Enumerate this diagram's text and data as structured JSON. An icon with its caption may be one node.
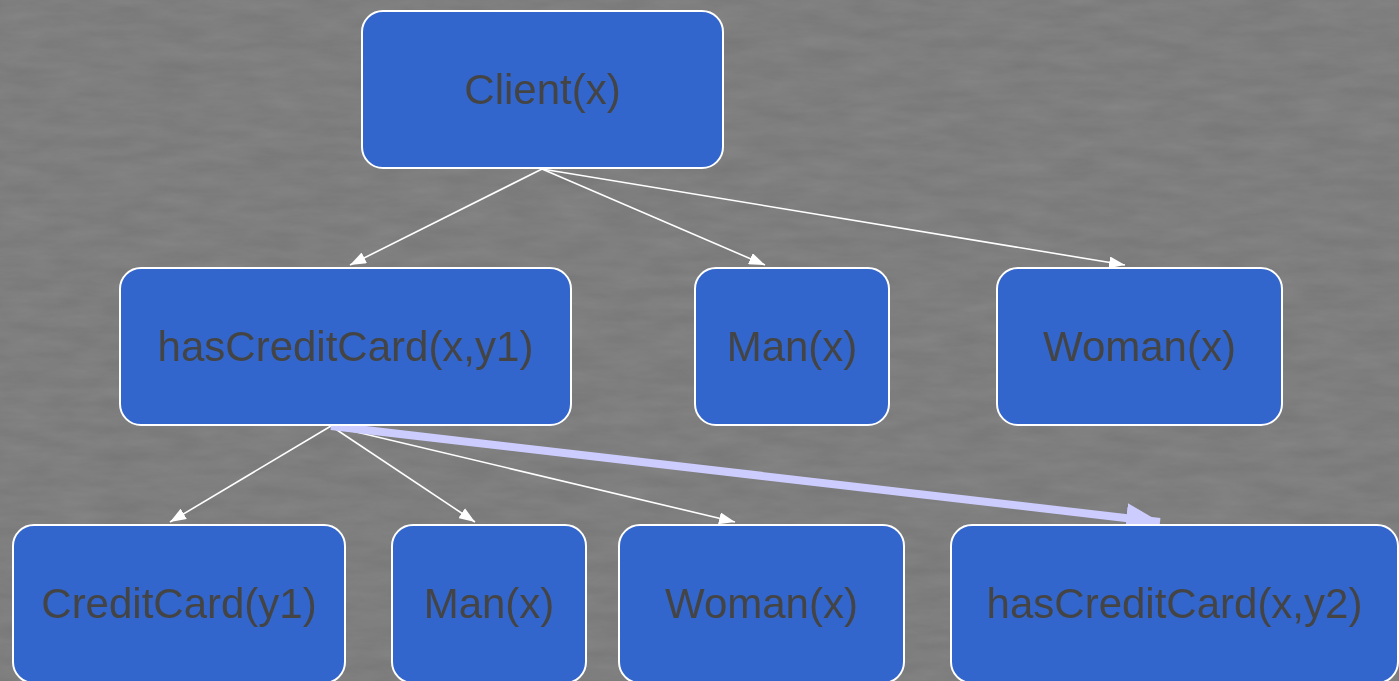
{
  "diagram": {
    "nodes": [
      {
        "text": [
          "Client(x)"
        ]
      },
      {
        "text": [
          "hasCreditCard(x,y1)"
        ]
      },
      {
        "text": [
          "Man(x)"
        ]
      },
      {
        "text": [
          "Woman(x)"
        ]
      },
      {
        "text": [
          "CreditCard(y1)"
        ]
      },
      {
        "text": [
          "Man(x)"
        ]
      },
      {
        "text": [
          "Woman(x)"
        ]
      },
      {
        "text": [
          "hasCreditCard(x,y2)"
        ]
      }
    ],
    "edges": [
      {
        "from": 0,
        "to": 1,
        "arrow": "to"
      },
      {
        "from": 0,
        "to": 2,
        "arrow": "to"
      },
      {
        "from": 0,
        "to": 3,
        "arrow": "to"
      },
      {
        "from": 1,
        "to": 4,
        "arrow": "to"
      },
      {
        "from": 1,
        "to": 5,
        "arrow": "to"
      },
      {
        "from": 1,
        "to": 6,
        "arrow": "to"
      },
      {
        "from": 1,
        "to": 7,
        "arrow": "to",
        "style": "thick",
        "color": "#ccccff"
      }
    ]
  }
}
